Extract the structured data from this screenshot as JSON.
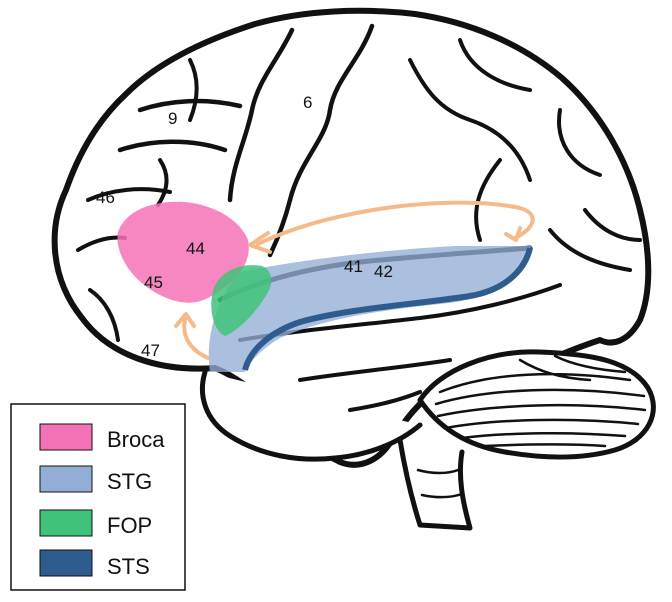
{
  "areas": {
    "a9": "9",
    "a6": "6",
    "a46": "46",
    "a44": "44",
    "a45": "45",
    "a41": "41",
    "a42": "42",
    "a47": "47"
  },
  "legend": [
    {
      "label": "Broca",
      "color": "#f472b6"
    },
    {
      "label": "STG",
      "color": "#93aed6"
    },
    {
      "label": "FOP",
      "color": "#3fc37a"
    },
    {
      "label": "STS",
      "color": "#2f5c8f"
    }
  ],
  "colors": {
    "broca": "#f472b6",
    "stg": "#93aed6",
    "fop": "#3fc37a",
    "sts": "#2f5c8f",
    "arrow": "#f5b98a",
    "outline": "#111111"
  }
}
